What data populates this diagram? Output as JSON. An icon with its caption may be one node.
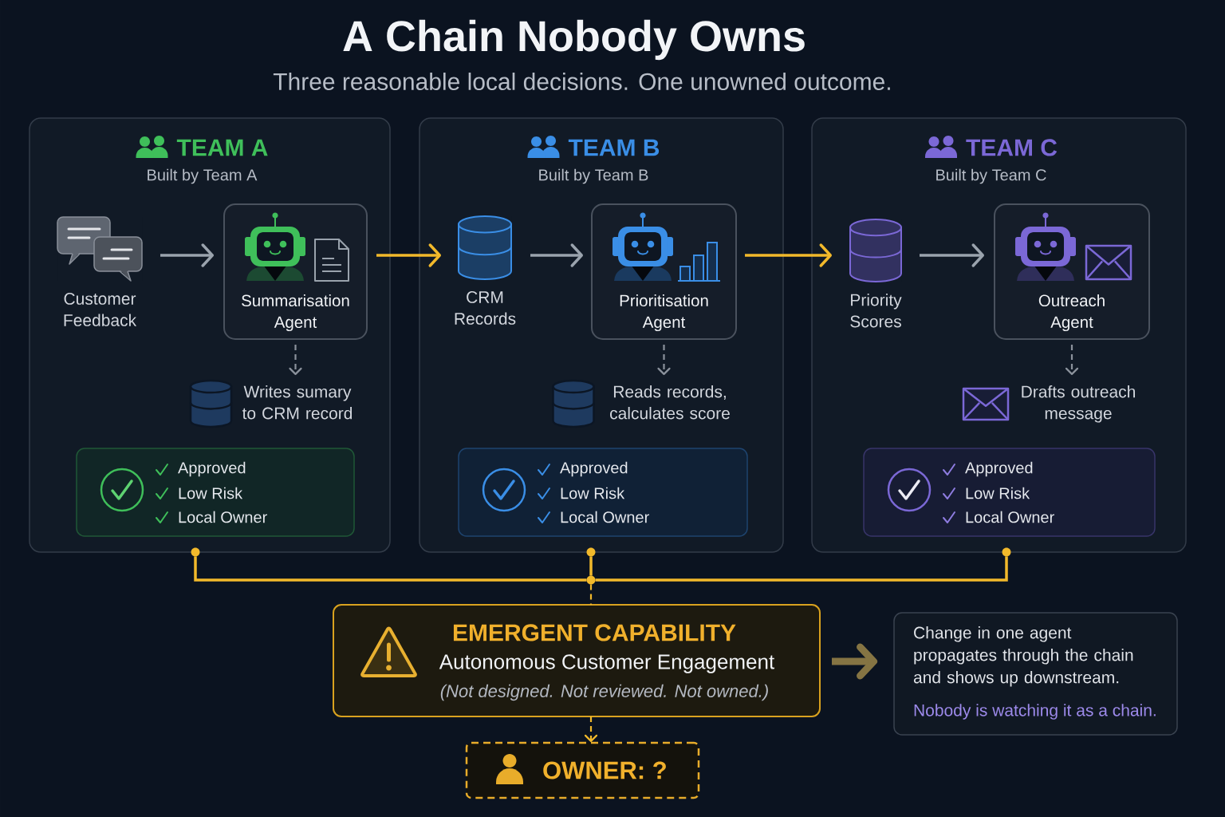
{
  "diagram": {
    "title": "A Chain Nobody Owns",
    "nodes": [
      {
        "text": [
          "TEAM A",
          "Built by Team A"
        ]
      },
      {
        "text": [
          "Customer Feedback"
        ],
        "in": 0
      },
      {
        "text": [
          "Summarisation Agent"
        ],
        "in": 0
      },
      {
        "text": [
          "Writes sumary to CRM record"
        ],
        "in": 0
      },
      {
        "text": [
          "Approved",
          "Low Risk",
          "Local Owner"
        ],
        "in": 0
      },
      {
        "text": [
          "TEAM B",
          "Built by Team B"
        ]
      },
      {
        "text": [
          "CRM Records"
        ],
        "in": 5
      },
      {
        "text": [
          "Prioritisation Agent"
        ],
        "in": 5
      },
      {
        "text": [
          "Reads records, calculates score"
        ],
        "in": 5
      },
      {
        "text": [
          "Approved",
          "Low Risk",
          "Local Owner"
        ],
        "in": 5
      },
      {
        "text": [
          "TEAM C",
          "Built by Team C"
        ]
      },
      {
        "text": [
          "Priority Scores"
        ],
        "in": 10
      },
      {
        "text": [
          "Outreach Agent"
        ],
        "in": 10
      },
      {
        "text": [
          "Drafts outreach message"
        ],
        "in": 10
      },
      {
        "text": [
          "Approved",
          "Low Risk",
          "Local Owner"
        ],
        "in": 10
      },
      {
        "text": [],
        "shape": "circle"
      },
      {
        "text": [],
        "shape": "circle"
      },
      {
        "text": [],
        "shape": "circle"
      },
      {
        "text": [],
        "shape": "circle"
      },
      {
        "text": [
          "EMERGENT CAPABILITY",
          "Autonomous Customer Engagement",
          "(Not designed. Not reviewed. Not owned.)"
        ]
      },
      {
        "text": [
          "OWNER: ?"
        ]
      },
      {
        "text": [
          "Change in one agent propagates through the chain and shows up downstream.",
          "Nobody is watching it as a chain."
        ]
      }
    ],
    "edges": [
      {
        "from": 1,
        "to": 2,
        "arrow": "to",
        "color": "#9aa3ad"
      },
      {
        "from": 2,
        "to": 6,
        "arrow": "to"
      },
      {
        "from": 6,
        "to": 7,
        "arrow": "to",
        "color": "#9aa3ad"
      },
      {
        "from": 7,
        "to": 11,
        "arrow": "to"
      },
      {
        "from": 11,
        "to": 12,
        "arrow": "to",
        "color": "#9aa3ad"
      },
      {
        "from": 2,
        "to": 3,
        "arrow": "to",
        "style": "dashed",
        "color": "#8b929c"
      },
      {
        "from": 7,
        "to": 8,
        "arrow": "to",
        "style": "dashed",
        "color": "#8b929c"
      },
      {
        "from": 12,
        "to": 13,
        "arrow": "to",
        "style": "dashed",
        "color": "#8b929c"
      },
      {
        "from": 15,
        "to": 18,
        "arrow": "none"
      },
      {
        "from": 16,
        "to": 18,
        "arrow": "none"
      },
      {
        "from": 17,
        "to": 18,
        "arrow": "none"
      },
      {
        "from": 18,
        "to": 19,
        "arrow": "none",
        "style": "dashed"
      },
      {
        "from": 19,
        "to": 20,
        "arrow": "to",
        "style": "dashed"
      },
      {
        "from": 19,
        "to": 21,
        "arrow": "to",
        "style": "thick",
        "color": "#857443"
      }
    ],
    "labels": [
      "Three reasonable local decisions. One unowned outcome."
    ]
  }
}
